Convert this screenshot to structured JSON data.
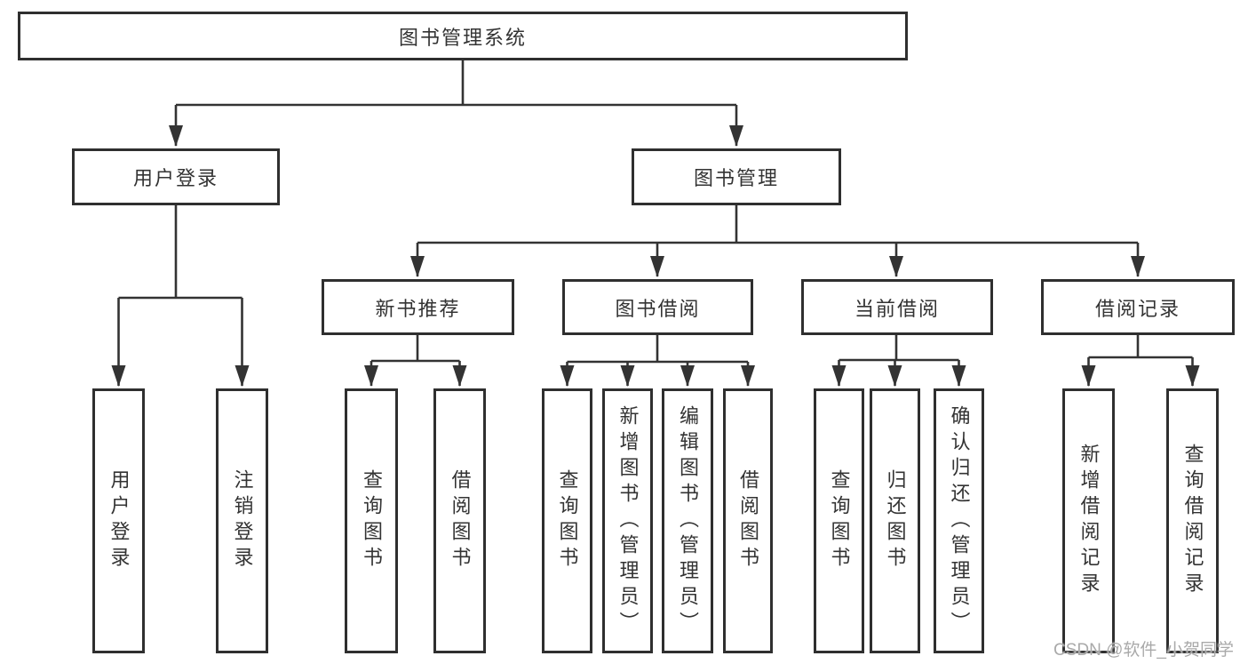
{
  "diagram_type": "tree",
  "tree": {
    "root": {
      "label": "图书管理系统"
    },
    "user_login": {
      "label": "用户登录",
      "children": [
        {
          "label": "用户登录"
        },
        {
          "label": "注销登录"
        }
      ]
    },
    "book_mgmt": {
      "label": "图书管理",
      "children": [
        {
          "label": "新书推荐",
          "children": [
            {
              "label": "查询图书"
            },
            {
              "label": "借阅图书"
            }
          ]
        },
        {
          "label": "图书借阅",
          "children": [
            {
              "label": "查询图书"
            },
            {
              "label": "新增图书（管理员）"
            },
            {
              "label": "编辑图书（管理员）"
            },
            {
              "label": "借阅图书"
            }
          ]
        },
        {
          "label": "当前借阅",
          "children": [
            {
              "label": "查询图书"
            },
            {
              "label": "归还图书"
            },
            {
              "label": "确认归还（管理员）"
            }
          ]
        },
        {
          "label": "借阅记录",
          "children": [
            {
              "label": "新增借阅记录"
            },
            {
              "label": "查询借阅记录"
            }
          ]
        }
      ]
    }
  },
  "watermark": "CSDN @软件_小贺同学",
  "colors": {
    "line": "#333333",
    "border": "#2f2f2f",
    "text": "#333333",
    "watermark": "#a9a9a9",
    "background": "#ffffff"
  }
}
